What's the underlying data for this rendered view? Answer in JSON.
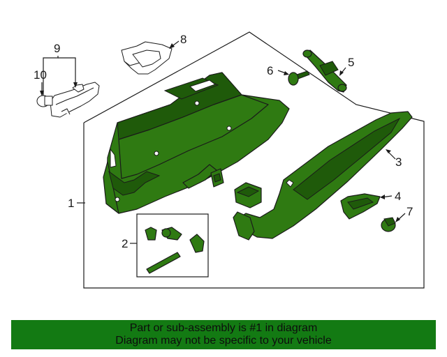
{
  "colors": {
    "part_fill": "#2f7a12",
    "part_fill_dark": "#1f5a0a",
    "outline": "#1a1a1a",
    "footer_bg": "#137a13"
  },
  "callouts": {
    "c1": "1",
    "c2": "2",
    "c3": "3",
    "c4": "4",
    "c5": "5",
    "c6": "6",
    "c7": "7",
    "c8": "8",
    "c9": "9",
    "c10": "10"
  },
  "footer": {
    "line1": "Part or sub-assembly is #1 in diagram",
    "line2": "Diagram may not be specific to your vehicle"
  }
}
